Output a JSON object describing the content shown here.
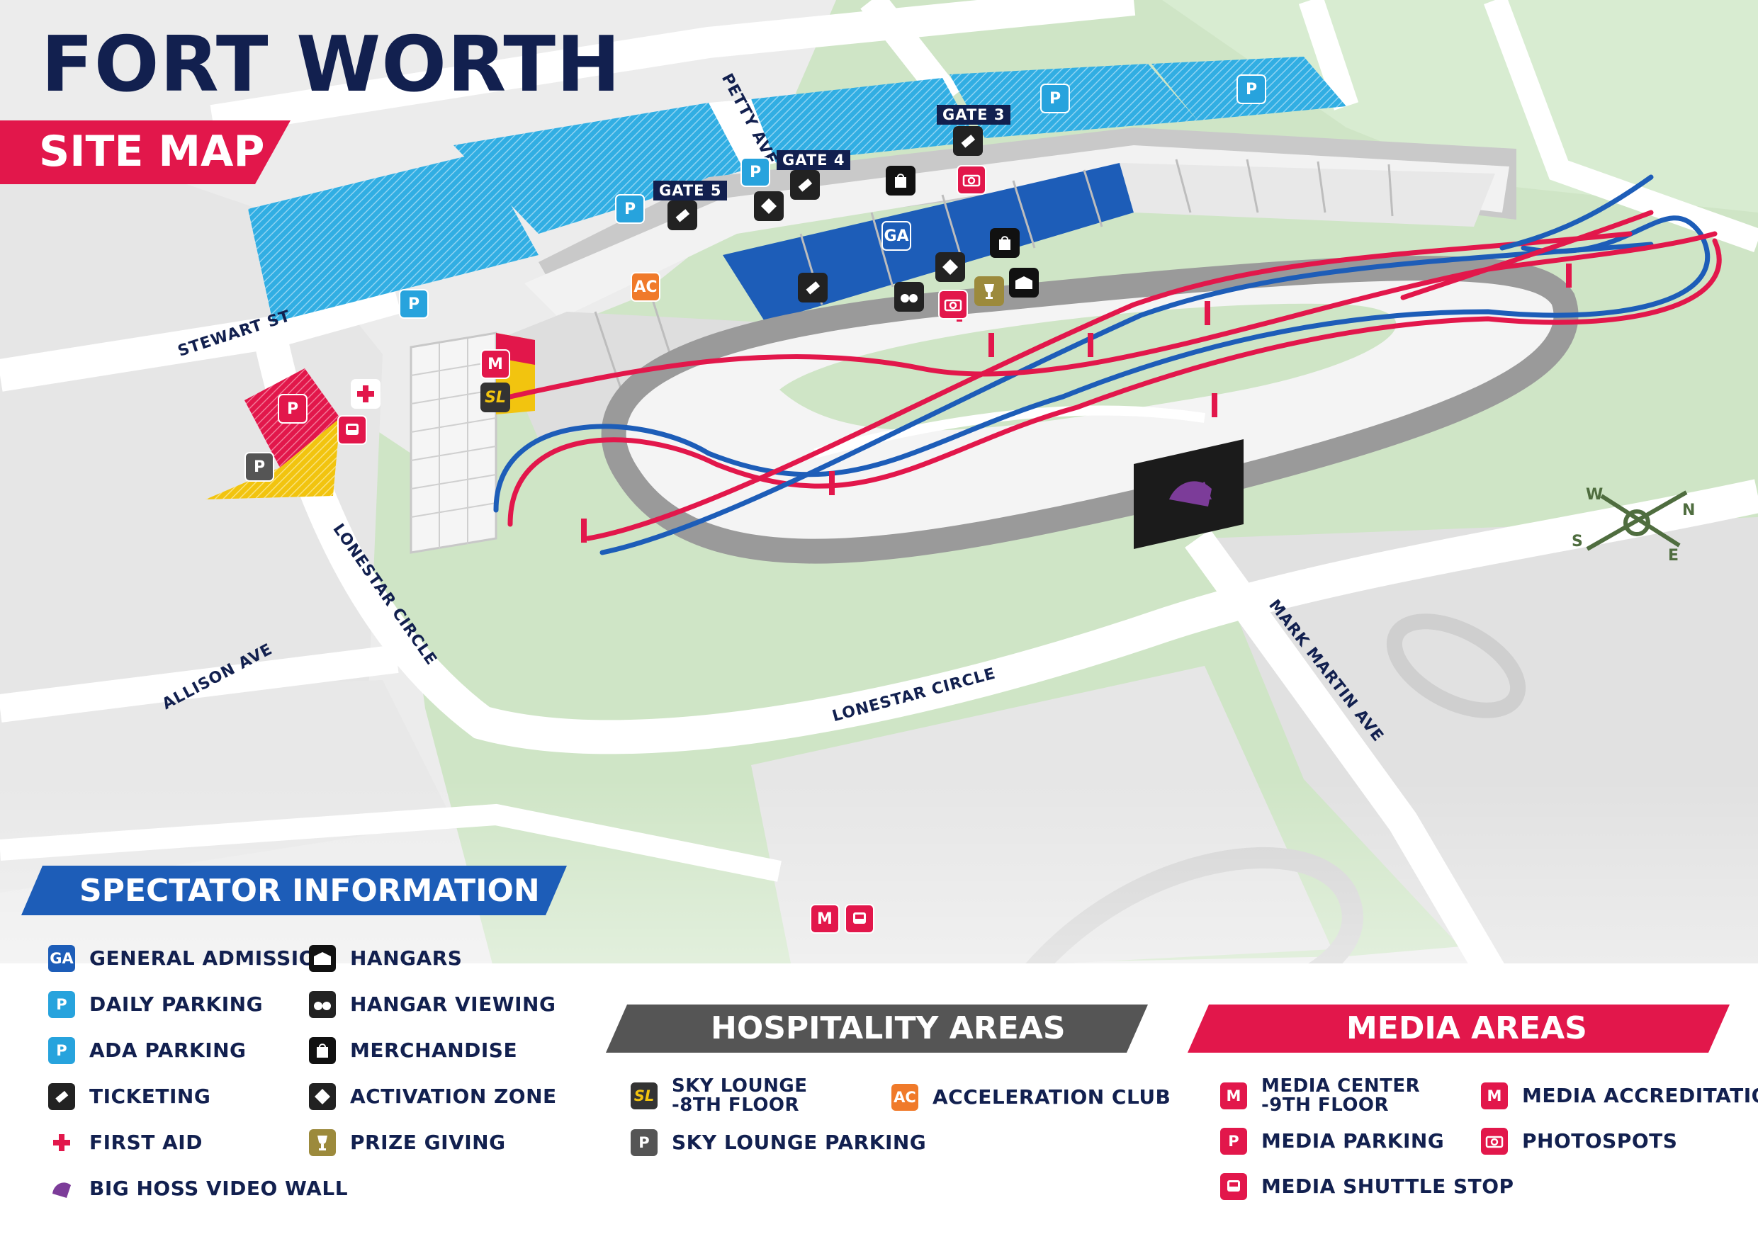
{
  "title": "FORT WORTH",
  "subtitle": "SITE MAP",
  "colors": {
    "navy": "#12204f",
    "red": "#e2174b",
    "blue": "#1d5db8",
    "parking_blue": "#27a3dd",
    "grey": "#555555",
    "orange": "#f07a2a",
    "gold": "#9c8a3c",
    "purple": "#7c3c99",
    "yellow": "#f2c40f",
    "green": "#cde4c4"
  },
  "map": {
    "streets": {
      "petty": "PETTY AVE",
      "stewart": "STEWART ST",
      "lonestar_west": "LONESTAR CIRCLE",
      "lonestar_south": "LONESTAR CIRCLE",
      "allison": "ALLISON AVE",
      "mark_martin": "MARK MARTIN AVE"
    },
    "gates": {
      "g3": "GATE 3",
      "g4": "GATE 4",
      "g5": "GATE 5"
    },
    "icon_text": {
      "parking": "P",
      "ga": "GA",
      "ac": "AC",
      "sl": "SL",
      "media_center": "M"
    },
    "compass": {
      "n": "N",
      "s": "S",
      "e": "E",
      "w": "W"
    }
  },
  "spectator": {
    "heading": "SPECTATOR INFORMATION",
    "items": [
      {
        "label": "GENERAL ADMISSION",
        "icon": "ga-icon",
        "icon_text": "GA"
      },
      {
        "label": "DAILY PARKING",
        "icon": "parking-icon",
        "icon_text": "P"
      },
      {
        "label": "ADA PARKING",
        "icon": "ada-parking-icon",
        "icon_text": "P"
      },
      {
        "label": "TICKETING",
        "icon": "ticket-icon"
      },
      {
        "label": "FIRST AID",
        "icon": "first-aid-icon"
      },
      {
        "label": "BIG HOSS VIDEO WALL",
        "icon": "video-wall-icon"
      },
      {
        "label": "HANGARS",
        "icon": "hangar-icon"
      },
      {
        "label": "HANGAR VIEWING",
        "icon": "hangar-viewing-icon"
      },
      {
        "label": "MERCHANDISE",
        "icon": "merchandise-icon"
      },
      {
        "label": "ACTIVATION ZONE",
        "icon": "activation-zone-icon"
      },
      {
        "label": "PRIZE GIVING",
        "icon": "trophy-icon"
      }
    ]
  },
  "hospitality": {
    "heading": "HOSPITALITY AREAS",
    "items": [
      {
        "label": "SKY LOUNGE\n-8TH FLOOR",
        "icon": "sky-lounge-icon",
        "icon_text": "SL"
      },
      {
        "label": "SKY LOUNGE PARKING",
        "icon": "sky-lounge-parking-icon",
        "icon_text": "P"
      },
      {
        "label": "ACCELERATION CLUB",
        "icon": "acceleration-club-icon",
        "icon_text": "AC"
      }
    ]
  },
  "media": {
    "heading": "MEDIA AREAS",
    "items": [
      {
        "label": "MEDIA CENTER\n-9TH FLOOR",
        "icon": "media-center-icon",
        "icon_text": "M"
      },
      {
        "label": "MEDIA PARKING",
        "icon": "media-parking-icon",
        "icon_text": "P"
      },
      {
        "label": "MEDIA SHUTTLE STOP",
        "icon": "shuttle-icon"
      },
      {
        "label": "MEDIA ACCREDITATION",
        "icon": "media-accreditation-icon",
        "icon_text": "M"
      },
      {
        "label": "PHOTOSPOTS",
        "icon": "camera-icon"
      }
    ]
  }
}
